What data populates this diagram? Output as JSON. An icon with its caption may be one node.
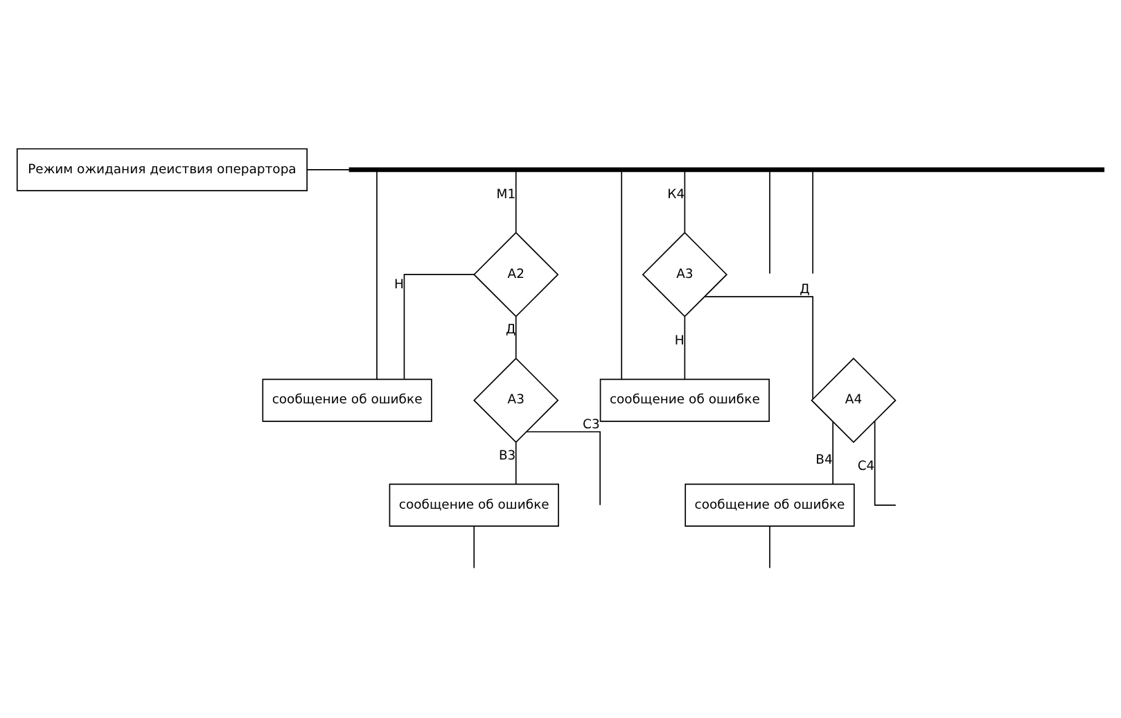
{
  "diagram": {
    "nodes": [
      {
        "text": [
          "Режим ожидания деиствия операртора"
        ]
      },
      {
        "text": [],
        "shape": "bar"
      },
      {
        "text": [
          "А2"
        ]
      },
      {
        "text": [
          "сообщение об ошибке"
        ]
      },
      {
        "text": [
          "А3"
        ]
      },
      {
        "text": [
          "сообщение об ошибке"
        ]
      },
      {
        "text": [
          "А3"
        ]
      },
      {
        "text": [
          "сообщение об ошибке"
        ]
      },
      {
        "text": [
          "А4"
        ]
      },
      {
        "text": [
          "сообщение об ошибке"
        ]
      }
    ],
    "edges": [
      {
        "from": 0,
        "to": 1,
        "arrow": "none"
      },
      {
        "from": 1,
        "to": 2,
        "arrow": "none",
        "label": "М1"
      },
      {
        "from": 2,
        "to": 3,
        "arrow": "none",
        "label": "Н"
      },
      {
        "from": 3,
        "to": 1,
        "arrow": "none"
      },
      {
        "from": 1,
        "to": null,
        "arrow": "none"
      },
      {
        "from": 2,
        "to": 4,
        "arrow": "none",
        "label": "Д"
      },
      {
        "from": 4,
        "to": 5,
        "arrow": "none",
        "label": "В3"
      },
      {
        "from": 5,
        "to": null,
        "arrow": "none"
      },
      {
        "from": 4,
        "to": null,
        "arrow": "none",
        "label": "С3"
      },
      {
        "from": 1,
        "to": 6,
        "arrow": "none",
        "label": "К4"
      },
      {
        "from": 6,
        "to": 7,
        "arrow": "none",
        "label": "Н"
      },
      {
        "from": 7,
        "to": 1,
        "arrow": "none"
      },
      {
        "from": 1,
        "to": null,
        "arrow": "none"
      },
      {
        "from": 6,
        "to": 8,
        "arrow": "none",
        "label": "Д"
      },
      {
        "from": 8,
        "to": 9,
        "arrow": "none",
        "label": "В4"
      },
      {
        "from": 9,
        "to": null,
        "arrow": "none"
      },
      {
        "from": 8,
        "to": null,
        "arrow": "none",
        "label": "С4"
      }
    ]
  }
}
